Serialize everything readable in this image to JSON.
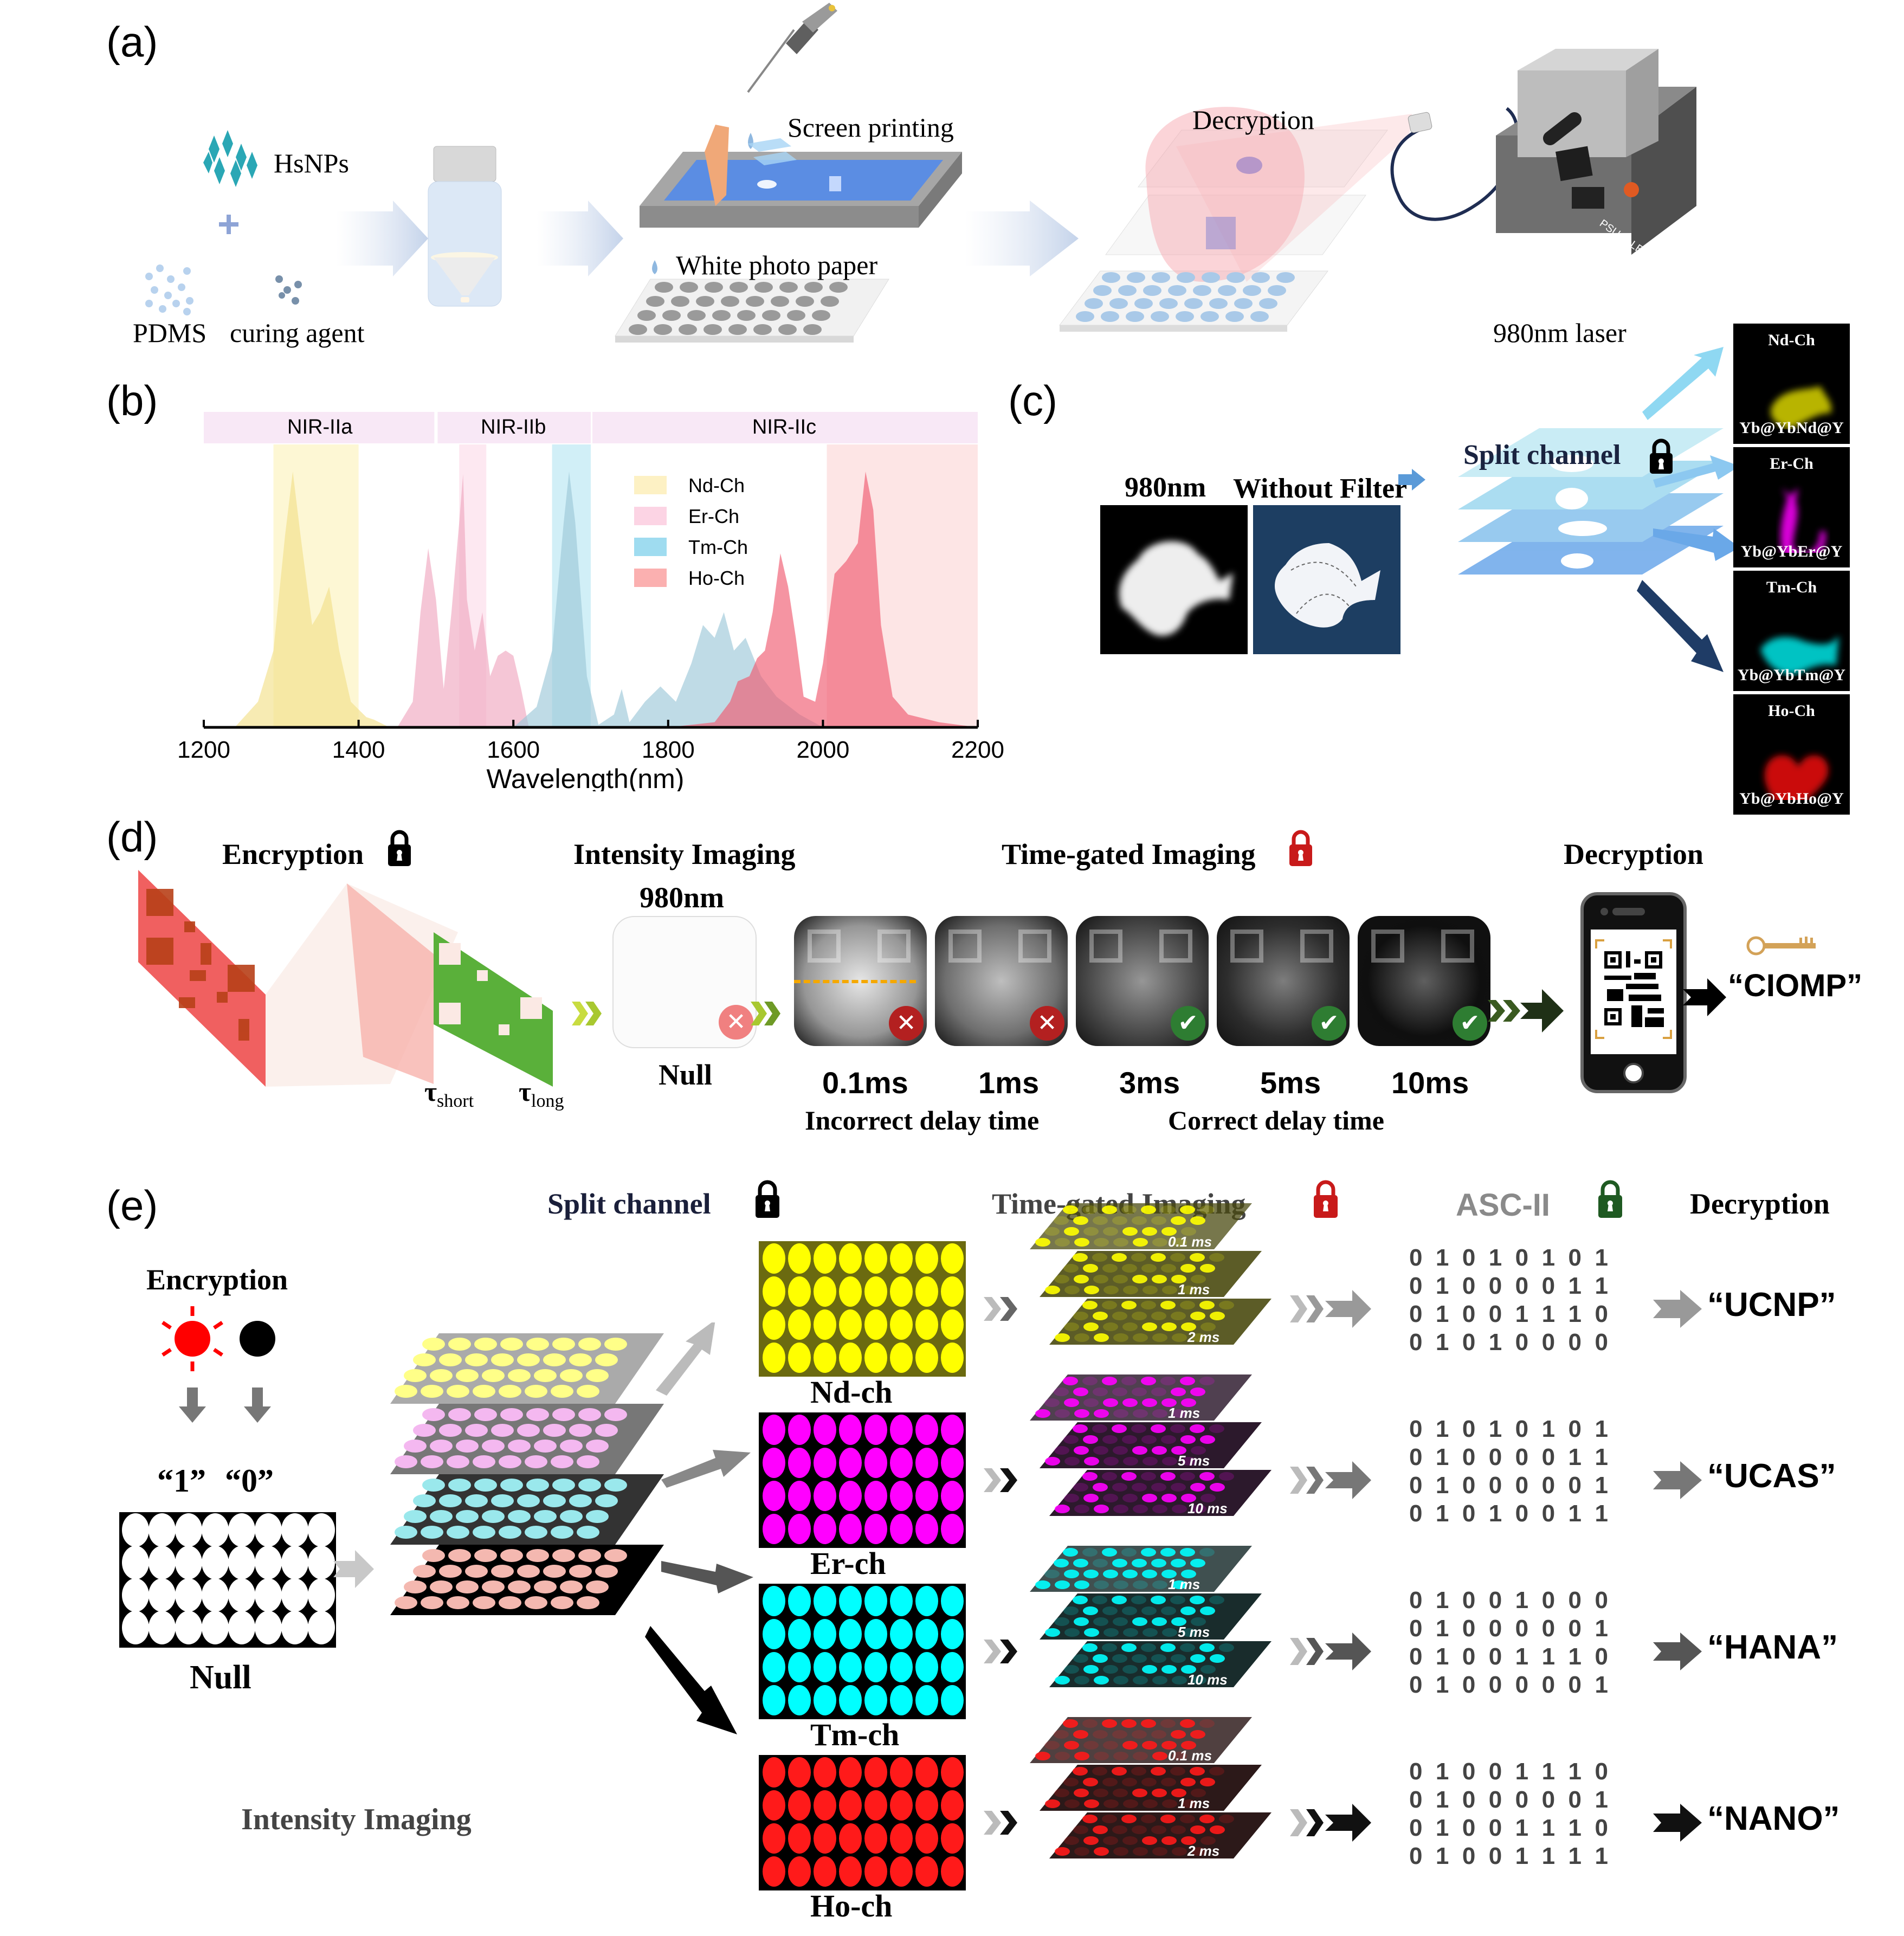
{
  "panels": {
    "a": {
      "label": "(a)",
      "hsnps": "HsNPs",
      "pdms": "PDMS",
      "curing_agent": "curing agent",
      "screen_printing": "Screen printing",
      "white_photo_paper": "White photo paper",
      "decryption": "Decryption",
      "laser": "980nm laser",
      "device_label": "PSU-H-LED"
    },
    "b": {
      "label": "(b)"
    },
    "c": {
      "label": "(c)",
      "img1_title": "980nm",
      "img2_title": "Without Filter",
      "split_channel": "Split channel",
      "channels": [
        {
          "name": "Nd-Ch",
          "formula": "Yb@YbNd@Y",
          "color": "#d9d400"
        },
        {
          "name": "Er-Ch",
          "formula": "Yb@YbEr@Y",
          "color": "#ff00ff"
        },
        {
          "name": "Tm-Ch",
          "formula": "Yb@YbTm@Y",
          "color": "#00e5e5"
        },
        {
          "name": "Ho-Ch",
          "formula": "Yb@YbHo@Y",
          "color": "#ee1010"
        }
      ]
    },
    "d": {
      "label": "(d)",
      "encryption": "Encryption",
      "tau_short": "τ",
      "tau_short_sub": "short",
      "tau_long": "τ",
      "tau_long_sub": "long",
      "intensity_imaging": "Intensity Imaging",
      "intensity_wavelength": "980nm",
      "null_label": "Null",
      "time_gated": "Time-gated Imaging",
      "decryption": "Decryption",
      "result": "“CIOMP”",
      "delays": [
        {
          "label": "0.1ms",
          "status": "incorrect"
        },
        {
          "label": "1ms",
          "status": "incorrect"
        },
        {
          "label": "3ms",
          "status": "correct"
        },
        {
          "label": "5ms",
          "status": "correct"
        },
        {
          "label": "10ms",
          "status": "correct"
        }
      ],
      "incorrect_caption": "Incorrect delay time",
      "correct_caption": "Correct delay time"
    },
    "e": {
      "label": "(e)",
      "split_channel": "Split channel",
      "time_gated": "Time-gated Imaging",
      "ascii": "ASC-II",
      "decryption": "Decryption",
      "encryption": "Encryption",
      "one": "“1”",
      "zero": "“0”",
      "null_label": "Null",
      "intensity_imaging": "Intensity Imaging",
      "rows": [
        {
          "channel": "Nd-ch",
          "color": "#ffff00",
          "bg": "#4a4a10",
          "gates": [
            "0.1 ms",
            "1 ms",
            "2 ms"
          ],
          "binary": [
            "0 1 0 1 0 1 0 1",
            "0 1 0 0 0 0 1 1",
            "0 1 0 0 1 1 1 0",
            "0 1 0 1 0 0 0 0"
          ],
          "word": "“UCNP”"
        },
        {
          "channel": "Er-ch",
          "color": "#ff00ff",
          "bg": "#150015",
          "gates": [
            "1 ms",
            "5 ms",
            "10 ms"
          ],
          "binary": [
            "0 1 0 1 0 1 0 1",
            "0 1 0 0 0 0 1 1",
            "0 1 0 0 0 0 0 1",
            "0 1 0 1 0 0 1 1"
          ],
          "word": "“UCAS”"
        },
        {
          "channel": "Tm-ch",
          "color": "#00ffff",
          "bg": "#001515",
          "gates": [
            "1 ms",
            "5 ms",
            "10 ms"
          ],
          "binary": [
            "0 1 0 0 1 0 0 0",
            "0 1 0 0 0 0 0 1",
            "0 1 0 0 1 1 1 0",
            "0 1 0 0 0 0 0 1"
          ],
          "word": "“HANA”"
        },
        {
          "channel": "Ho-ch",
          "color": "#ff1a1a",
          "bg": "#150000",
          "gates": [
            "0.1 ms",
            "1 ms",
            "2 ms"
          ],
          "binary": [
            "0 1 0 0 1 1 1 0",
            "0 1 0 0 0 0 0 1",
            "0 1 0 0 1 1 1 0",
            "0 1 0 0 1 1 1 1"
          ],
          "word": "“NANO”"
        }
      ]
    }
  },
  "chart_data": {
    "type": "area",
    "title": "",
    "xlabel": "Wavelength(nm)",
    "ylabel": "",
    "xlim": [
      1200,
      2200
    ],
    "ylim": [
      0,
      1
    ],
    "xticks": [
      1200,
      1400,
      1600,
      1800,
      2000,
      2200
    ],
    "legend_position": "top-right",
    "regions": [
      {
        "name": "NIR-IIa",
        "x": [
          1200,
          1500
        ]
      },
      {
        "name": "NIR-IIb",
        "x": [
          1500,
          1700
        ]
      },
      {
        "name": "NIR-IIc",
        "x": [
          1700,
          2200
        ]
      }
    ],
    "highlight_bands": [
      {
        "series": "Nd-Ch",
        "x": [
          1290,
          1400
        ]
      },
      {
        "series": "Er-Ch",
        "x": [
          1530,
          1565
        ]
      },
      {
        "series": "Tm-Ch",
        "x": [
          1650,
          1700
        ]
      },
      {
        "series": "Ho-Ch",
        "x": [
          2005,
          2200
        ]
      }
    ],
    "series": [
      {
        "name": "Nd-Ch",
        "color": "#f2e08a",
        "x": [
          1240,
          1270,
          1290,
          1305,
          1315,
          1325,
          1340,
          1350,
          1362,
          1375,
          1390,
          1410,
          1420,
          1440
        ],
        "y": [
          0.0,
          0.1,
          0.3,
          0.75,
          1.0,
          0.75,
          0.4,
          0.45,
          0.55,
          0.3,
          0.1,
          0.04,
          0.03,
          0.0
        ]
      },
      {
        "name": "Er-Ch",
        "color": "#f0a8c0",
        "x": [
          1450,
          1470,
          1480,
          1490,
          1500,
          1510,
          1520,
          1530,
          1535,
          1540,
          1550,
          1560,
          1570,
          1580,
          1590,
          1600,
          1610,
          1620
        ],
        "y": [
          0.0,
          0.1,
          0.45,
          0.7,
          0.5,
          0.15,
          0.45,
          0.8,
          0.99,
          0.5,
          0.3,
          0.45,
          0.2,
          0.28,
          0.3,
          0.28,
          0.15,
          0.0
        ]
      },
      {
        "name": "Tm-Ch",
        "color": "#9cc8d8",
        "x": [
          1600,
          1630,
          1650,
          1665,
          1672,
          1680,
          1695,
          1710,
          1730,
          1740,
          1750,
          1770,
          1790,
          1810,
          1830,
          1845,
          1860,
          1872,
          1885,
          1900,
          1920,
          1940,
          1970,
          2000
        ],
        "y": [
          0.0,
          0.08,
          0.3,
          0.8,
          1.0,
          0.8,
          0.2,
          0.01,
          0.05,
          0.15,
          0.02,
          0.1,
          0.16,
          0.1,
          0.25,
          0.4,
          0.35,
          0.45,
          0.3,
          0.35,
          0.2,
          0.12,
          0.05,
          0.0
        ]
      },
      {
        "name": "Ho-Ch",
        "color": "#f05a70",
        "x": [
          1800,
          1860,
          1880,
          1890,
          1905,
          1915,
          1925,
          1935,
          1945,
          1955,
          1965,
          1975,
          1990,
          2000,
          2015,
          2030,
          2045,
          2055,
          2065,
          2075,
          2090,
          2110,
          2150,
          2200
        ],
        "y": [
          0.0,
          0.02,
          0.1,
          0.18,
          0.2,
          0.27,
          0.3,
          0.45,
          0.68,
          0.55,
          0.35,
          0.12,
          0.1,
          0.25,
          0.6,
          0.65,
          0.72,
          1.0,
          0.85,
          0.4,
          0.12,
          0.05,
          0.02,
          0.0
        ]
      }
    ]
  }
}
